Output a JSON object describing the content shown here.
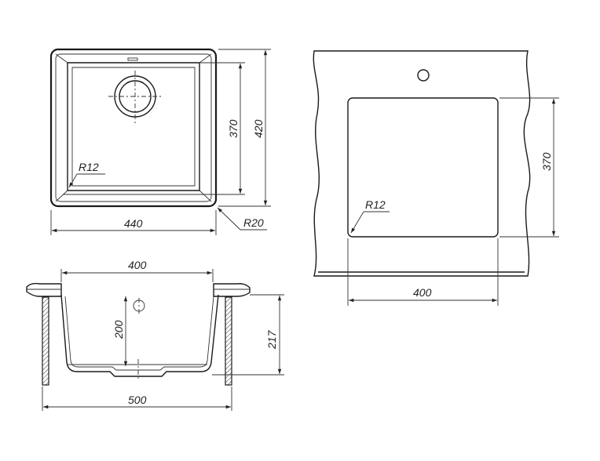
{
  "views": {
    "top": {
      "width_label": "440",
      "inner_height_label": "370",
      "outer_height_label": "420",
      "corner_inner_label": "R12",
      "corner_outer_label": "R20"
    },
    "cutout": {
      "width_label": "400",
      "height_label": "370",
      "corner_label": "R12"
    },
    "section": {
      "inner_width_label": "400",
      "outer_width_label": "500",
      "depth_label": "200",
      "total_height_label": "217"
    }
  }
}
